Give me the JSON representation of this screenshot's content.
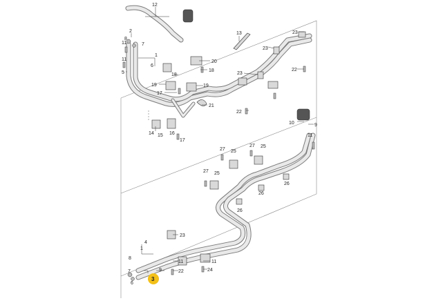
{
  "callouts": {
    "c12": "12",
    "c13": "13",
    "c23a": "23",
    "c23b": "23",
    "c23c": "23",
    "c22a": "22",
    "c22b": "22",
    "c2": "2",
    "c8a": "8",
    "c11a": "11",
    "c11b": "11",
    "c7": "7",
    "c1": "1",
    "c6a": "6",
    "c5": "5",
    "c20": "20",
    "c18a": "18",
    "c18b": "18",
    "c19a": "19",
    "c19b": "19",
    "c17a": "17",
    "c17b": "17",
    "c21": "21",
    "c14": "14",
    "c15": "15",
    "c16": "16",
    "c10": "10",
    "c9a": "9",
    "c27a": "27",
    "c27b": "27",
    "c27c": "27",
    "c25a": "25",
    "c25b": "25",
    "c25c": "25",
    "c26a": "26",
    "c26b": "26",
    "c26c": "26",
    "c4": "4",
    "c8b": "8",
    "c6b": "6",
    "c9b": "9",
    "c23d": "23",
    "c22c": "22",
    "c24": "24"
  },
  "highlight": {
    "label": "3",
    "color": "#f2c018"
  }
}
